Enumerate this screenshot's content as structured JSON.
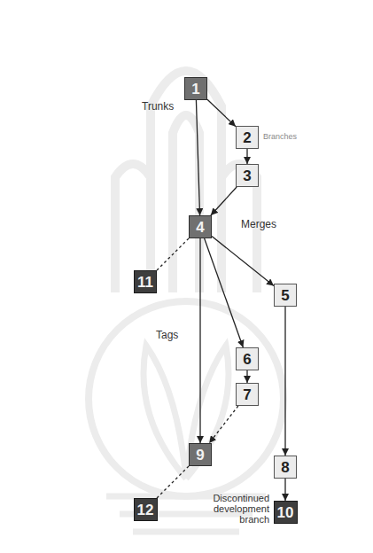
{
  "diagram": {
    "nodes": [
      {
        "text": [
          "1"
        ]
      },
      {
        "text": [
          "2"
        ]
      },
      {
        "text": [
          "3"
        ]
      },
      {
        "text": [
          "4"
        ]
      },
      {
        "text": [
          "11"
        ]
      },
      {
        "text": [
          "5"
        ]
      },
      {
        "text": [
          "6"
        ]
      },
      {
        "text": [
          "7"
        ]
      },
      {
        "text": [
          "9"
        ]
      },
      {
        "text": [
          "12"
        ]
      },
      {
        "text": [
          "8"
        ]
      },
      {
        "text": [
          "10"
        ]
      }
    ],
    "edges": [
      {
        "from": 0,
        "to": 1,
        "arrow": "to"
      },
      {
        "from": 1,
        "to": 2,
        "arrow": "to"
      },
      {
        "from": 2,
        "to": 3,
        "arrow": "to"
      },
      {
        "from": 0,
        "to": 3,
        "arrow": "to"
      },
      {
        "from": 3,
        "to": 4,
        "arrow": "none"
      },
      {
        "from": 3,
        "to": 5,
        "arrow": "to"
      },
      {
        "from": 3,
        "to": 6,
        "arrow": "to"
      },
      {
        "from": 3,
        "to": 8,
        "arrow": "to"
      },
      {
        "from": 6,
        "to": 7,
        "arrow": "to"
      },
      {
        "from": 7,
        "to": 8,
        "arrow": "to"
      },
      {
        "from": 5,
        "to": 10,
        "arrow": "to"
      },
      {
        "from": 10,
        "to": 11,
        "arrow": "to"
      },
      {
        "from": 8,
        "to": 9,
        "arrow": "none"
      }
    ],
    "labels": [
      "Trunks",
      "Branches",
      "Merges",
      "Tags",
      "Discontinued development branch"
    ]
  }
}
